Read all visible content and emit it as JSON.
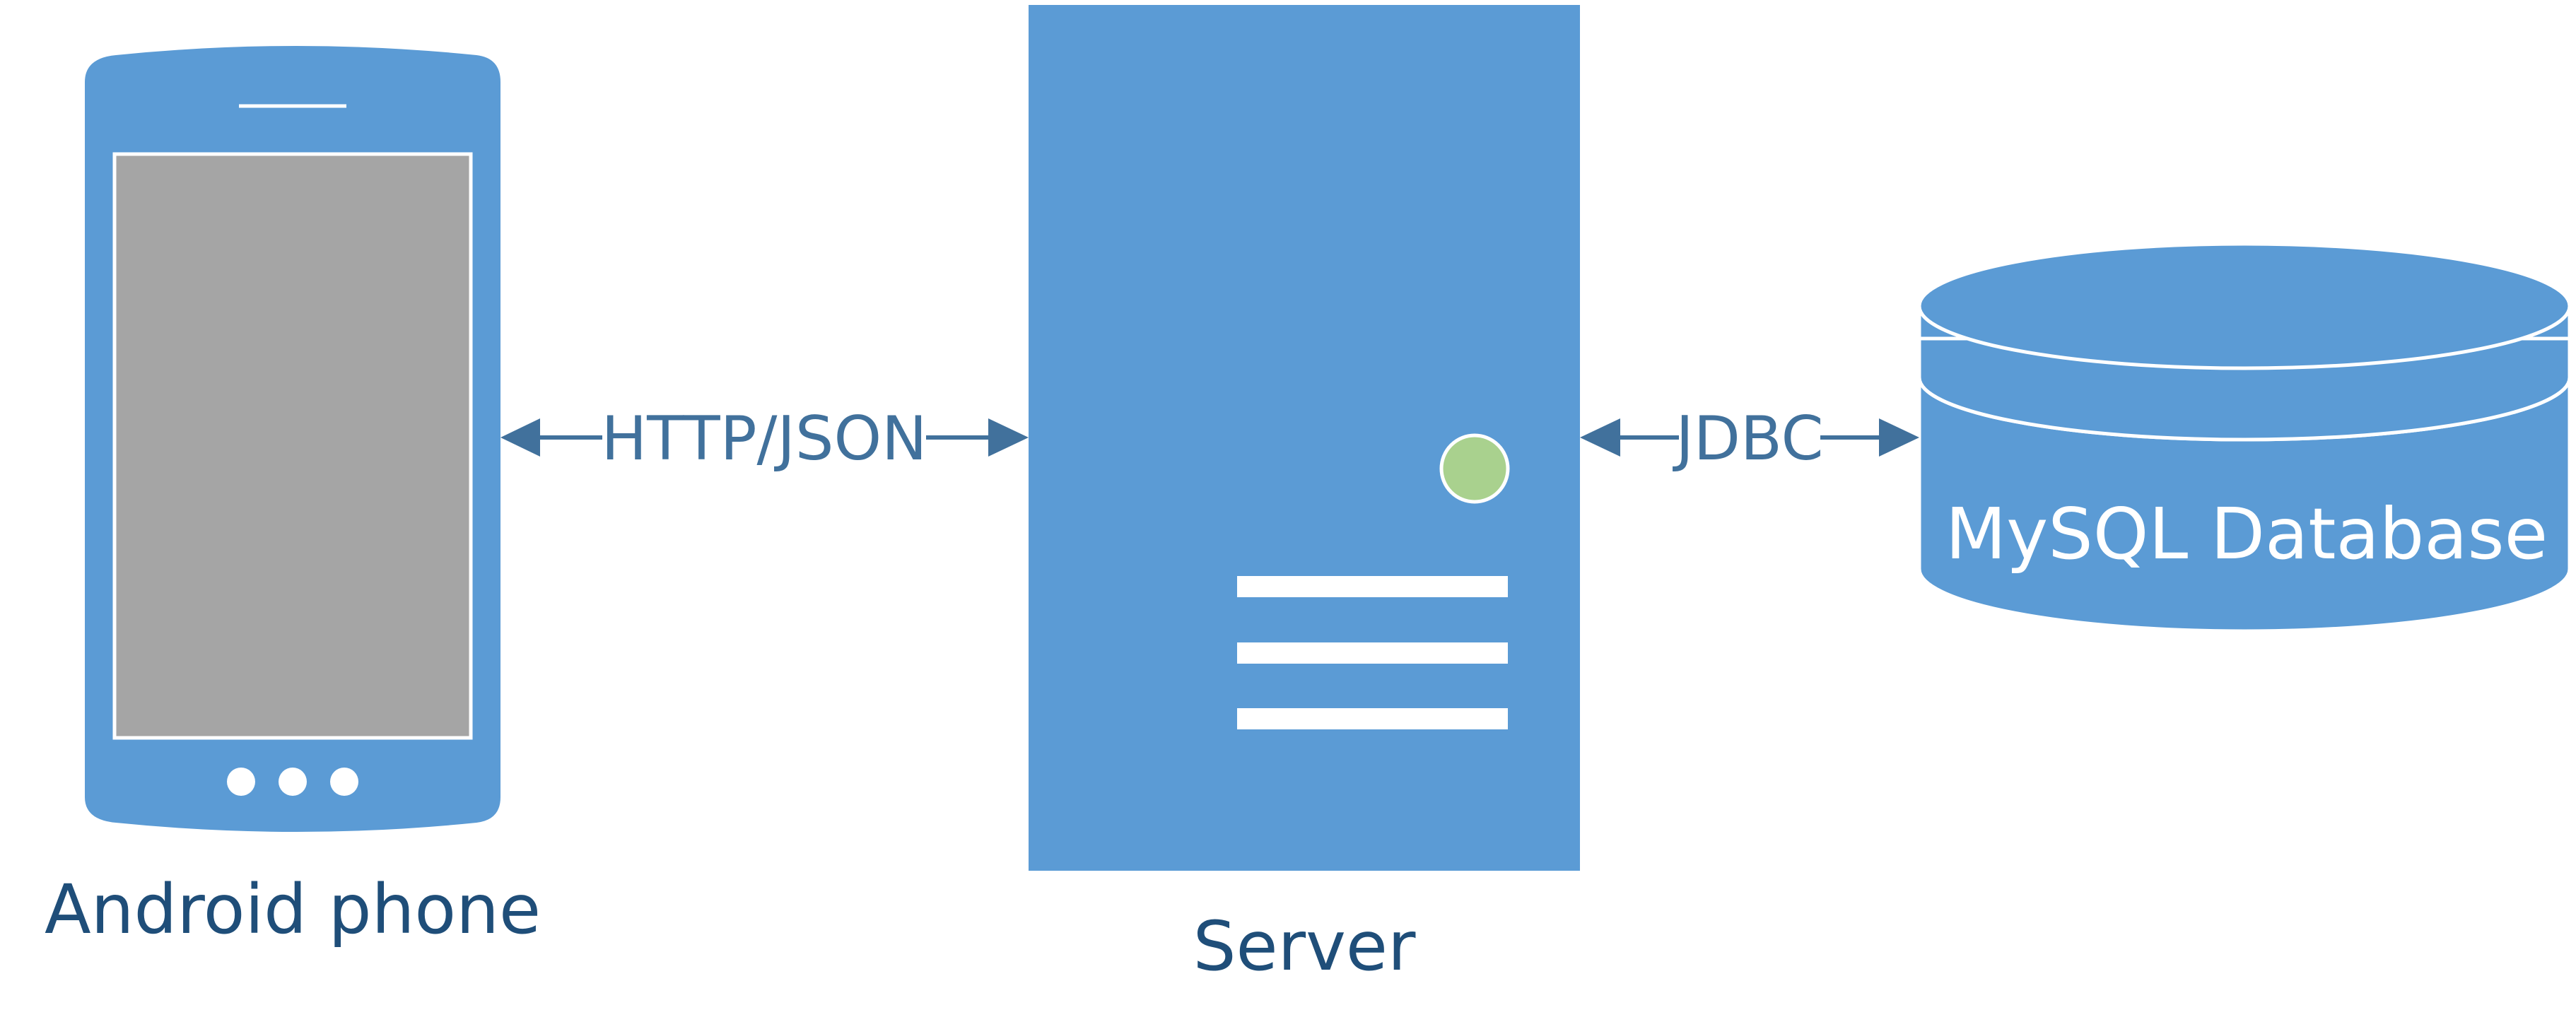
{
  "nodes": {
    "phone": {
      "label": "Android phone"
    },
    "server": {
      "label": "Server"
    },
    "database": {
      "label": "MySQL Database"
    }
  },
  "edges": {
    "phone_server": {
      "label": "HTTP/JSON"
    },
    "server_database": {
      "label": "JDBC"
    }
  },
  "colors": {
    "node_fill": "#5b9bd5",
    "screen_fill": "#a5a5a5",
    "status_led": "#a9d18e",
    "arrow": "#41719c",
    "caption_text": "#1f4e79",
    "outline": "#ffffff"
  },
  "icons": {
    "phone": "smartphone-icon",
    "server": "server-tower-icon",
    "database": "database-cylinder-icon"
  }
}
